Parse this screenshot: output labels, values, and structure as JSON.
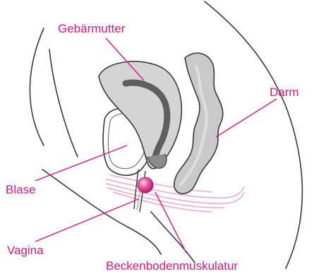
{
  "labels": {
    "uterus": "Gebärmutter",
    "bowel": "Darm",
    "bladder": "Blase",
    "vagina": "Vagina",
    "pelvic_floor": "Beckenbodenmuskulatur"
  },
  "colors": {
    "label": "#e0177e",
    "leader_line": "#e0177e",
    "outline": "#3a3a3a",
    "organ_fill": "#cfcfcf",
    "organ_dark": "#5e5e5e",
    "muscle": "#e9a9c8",
    "ball": "#e0177e"
  }
}
